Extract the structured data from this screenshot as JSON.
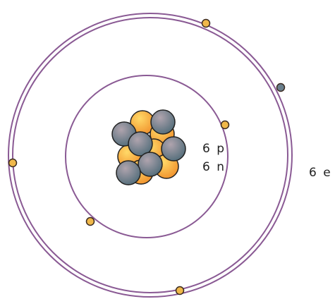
{
  "labels": {
    "protons": "6 p",
    "neutrons": "6 n",
    "electrons": "6 e"
  },
  "atom": {
    "protons": 6,
    "neutrons": 6,
    "electrons": 6,
    "inner_shell_electrons": 2,
    "outer_shell_electrons": 4
  },
  "colors": {
    "orbit": "#8a5a94",
    "proton": "#f4a640",
    "proton_highlight": "#ffd968",
    "neutron": "#6a7f8c",
    "neutron_highlight": "#b0a4ae",
    "particle_outline": "#222222",
    "electron_fill": "#f0b84a",
    "electron_outline": "#3a2a20"
  }
}
